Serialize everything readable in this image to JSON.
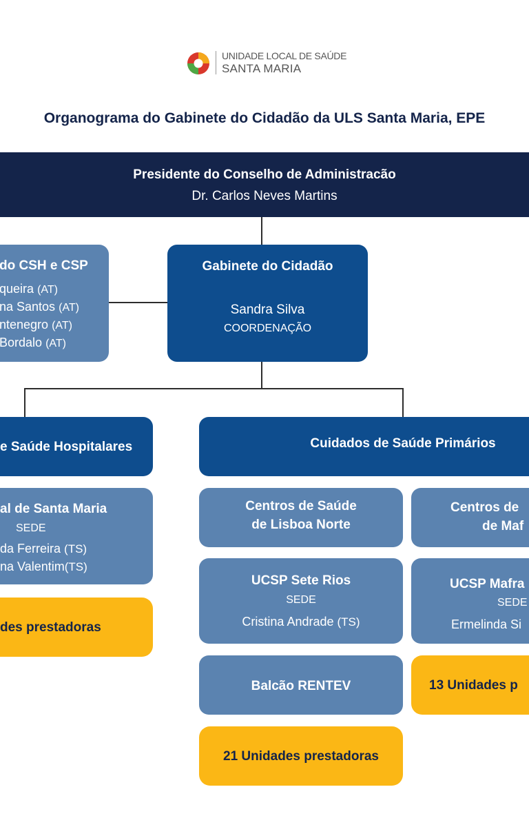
{
  "header": {
    "logo_line1": "UNIDADE LOCAL DE SAÚDE",
    "logo_line2": "SANTA MARIA"
  },
  "title": "Organograma do Gabinete do Cidadão da ULS Santa Maria, EPE",
  "president": {
    "role": "Presidente do Conselho de Administracão",
    "name": "Dr. Carlos Neves Martins"
  },
  "left_box": {
    "title": "do CSH e CSP",
    "people": [
      {
        "name": "queira",
        "tag": "(AT)"
      },
      {
        "name": "na Santos",
        "tag": "(AT)"
      },
      {
        "name": "ntenegro",
        "tag": "(AT)"
      },
      {
        "name": "Bordalo",
        "tag": "(AT)"
      }
    ]
  },
  "gabinete": {
    "title": "Gabinete do Cidadão",
    "name": "Sandra Silva",
    "role": "COORDENAÇÃO"
  },
  "hospitalares": {
    "title": "e Saúde Hospitalares",
    "hospital": {
      "title": "al de Santa Maria",
      "sub": "SEDE",
      "person1": "da Ferreira",
      "person1_tag": "(TS)",
      "person2": "na Valentim",
      "person2_tag": "(TS)"
    },
    "units": "des prestadoras"
  },
  "primarios": {
    "title": "Cuidados de Saúde Primários",
    "lisboa": {
      "title1": "Centros de Saúde",
      "title2": "de Lisboa Norte",
      "ucsp_title": "UCSP Sete Rios",
      "ucsp_sub": "SEDE",
      "ucsp_person": "Cristina Andrade",
      "ucsp_tag": "(TS)",
      "balcao": "Balcão RENTEV",
      "units": "21 Unidades prestadoras"
    },
    "mafra": {
      "title1": "Centros de",
      "title2": "de Maf",
      "ucsp_title": "UCSP Mafra",
      "ucsp_sub": "SEDE",
      "ucsp_person": "Ermelinda Si",
      "units": "13 Unidades p"
    }
  }
}
